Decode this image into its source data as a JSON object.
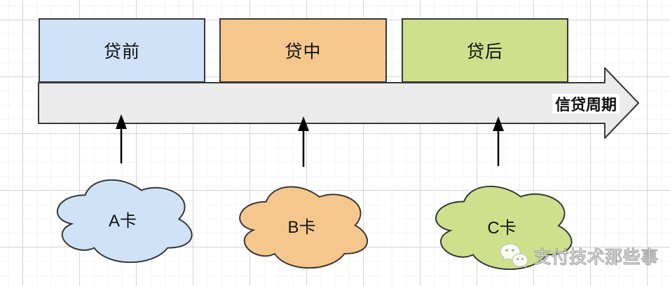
{
  "diagram": {
    "phases": [
      {
        "id": "pre-loan",
        "label": "贷前",
        "fill": "#CFE2F8"
      },
      {
        "id": "in-loan",
        "label": "贷中",
        "fill": "#F6C78C"
      },
      {
        "id": "post-loan",
        "label": "贷后",
        "fill": "#CEE08C"
      }
    ],
    "timeline": {
      "label": "信贷周期",
      "fill": "#EBEBEB"
    },
    "cards": [
      {
        "id": "a-card",
        "label": "A卡",
        "fill": "#CFE2F8"
      },
      {
        "id": "b-card",
        "label": "B卡",
        "fill": "#F6C78C"
      },
      {
        "id": "c-card",
        "label": "C卡",
        "fill": "#CEE08C"
      }
    ],
    "stroke_color": "#383838",
    "arrow_color": "#000000"
  },
  "watermark": {
    "icon": "wechat-icon",
    "text": "支付技术那些事"
  }
}
